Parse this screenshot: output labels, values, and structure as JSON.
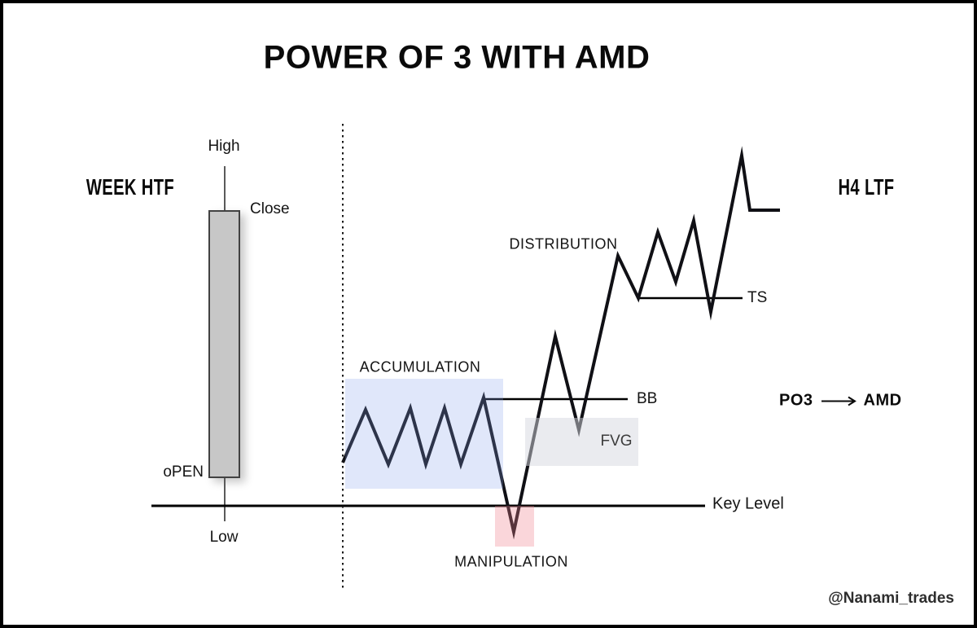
{
  "title": "POWER OF 3 WITH AMD",
  "htf_panel": {
    "label": "WEEK HTF",
    "candle": {
      "high": "High",
      "close": "Close",
      "open": "oPEN",
      "low": "Low"
    }
  },
  "ltf_panel": {
    "label": "H4 LTF"
  },
  "phases": {
    "accumulation": "ACCUMULATION",
    "manipulation": "MANIPULATION",
    "distribution": "DISTRIBUTION"
  },
  "annotations": {
    "bb": "BB",
    "fvg": "FVG",
    "ts": "TS",
    "key_level": "Key Level"
  },
  "flow": {
    "from": "PO3",
    "to": "AMD"
  },
  "credit": "@Nanami_trades",
  "price_path": "417,564 445,499 473,566 500,497 519,566 542,497 562,566 590,484 627,649 678,409 707,524 755,310 780,362 804,281 826,342 848,267 869,379 907,187 917,254 954,254",
  "colors": {
    "price_line": "#101015",
    "key_level_line": "#000000",
    "accumulation_fill": "rgba(130,158,235,0.25)",
    "manipulation_fill": "rgba(238,128,140,0.32)",
    "fvg_fill": "rgba(214,216,224,0.5)",
    "candle_fill": "#c7c7c7",
    "candle_border": "#424242"
  }
}
